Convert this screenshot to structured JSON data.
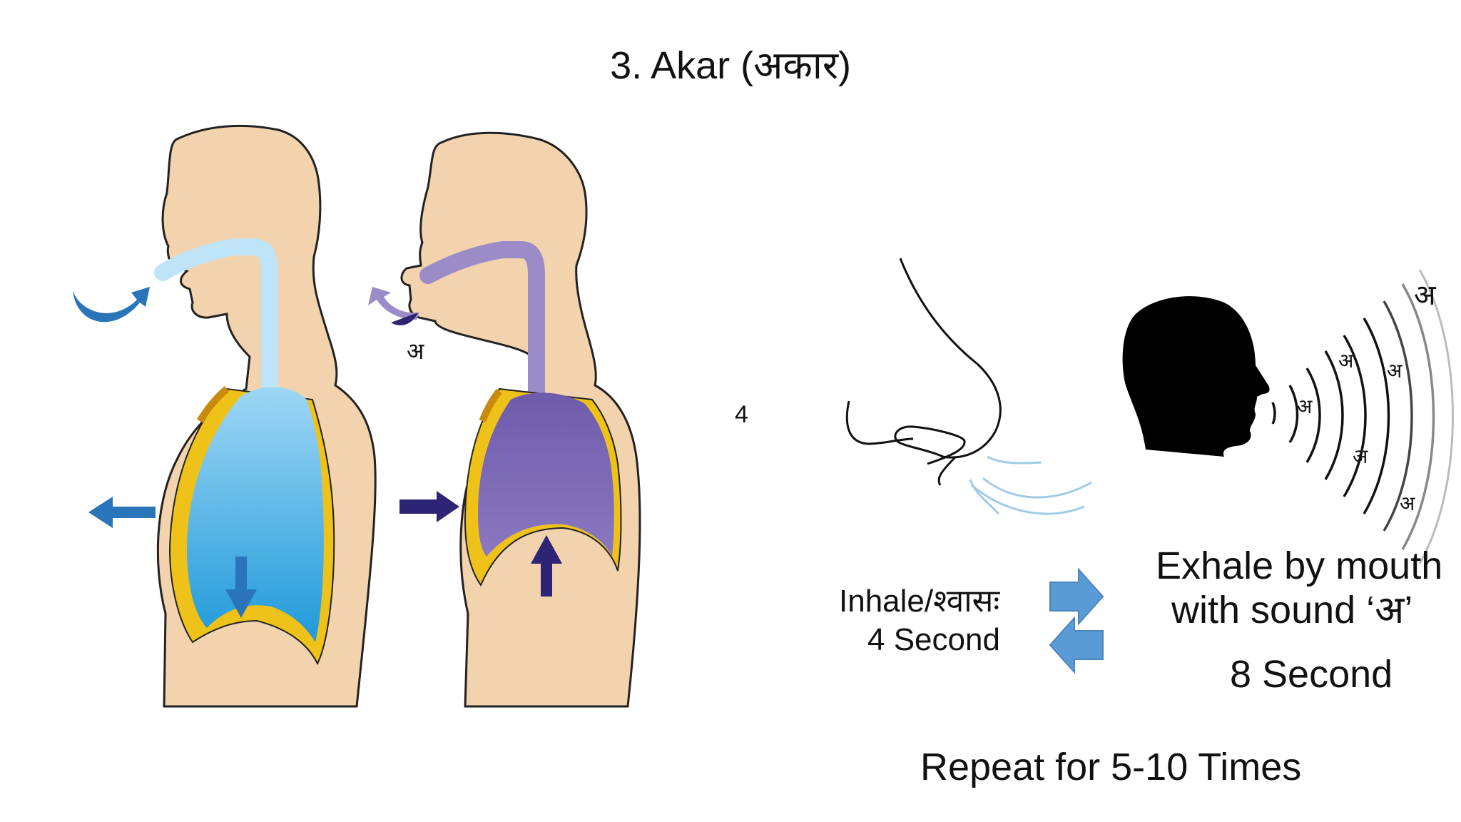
{
  "title": "3. Akar (अकार)",
  "inhale_figure": {
    "mouth_label": "अ"
  },
  "step_number": "4",
  "sound_waves": {
    "labels": [
      "अ",
      "अ",
      "अ",
      "अ",
      "अ",
      "अ"
    ]
  },
  "inhale": {
    "label": "Inhale/श्वासः",
    "duration": "4 Second"
  },
  "exhale": {
    "label": "Exhale by mouth",
    "label2": "with sound ‘अ’",
    "duration": "8 Second"
  },
  "repeat": "Repeat for 5-10 Times",
  "colors": {
    "skin": "#f2d3ae",
    "lung_inhale": "#4bb3e8",
    "lung_exhale": "#7f6aba",
    "ribs": "#efc21a",
    "arrow_blue": "#2a74b9",
    "arrow_navy": "#2e2474",
    "arrow_light": "#6aa8de"
  },
  "icons": [
    "head-silhouette-icon",
    "nose-icon",
    "right-arrow-icon",
    "left-arrow-icon"
  ]
}
